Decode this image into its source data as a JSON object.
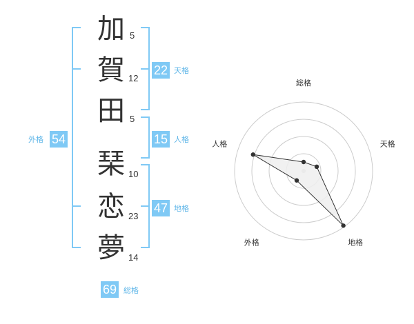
{
  "name": {
    "characters": [
      {
        "char": "加",
        "strokes": "5"
      },
      {
        "char": "賀",
        "strokes": "12"
      },
      {
        "char": "田",
        "strokes": "5"
      },
      {
        "char": "琹",
        "strokes": "10"
      },
      {
        "char": "恋",
        "strokes": "23"
      },
      {
        "char": "夢",
        "strokes": "14"
      }
    ]
  },
  "fortunes": {
    "tenkaku": {
      "label": "天格",
      "value": "22"
    },
    "jinkaku": {
      "label": "人格",
      "value": "15"
    },
    "chikaku": {
      "label": "地格",
      "value": "47"
    },
    "gaikaku": {
      "label": "外格",
      "value": "54"
    },
    "soukaku": {
      "label": "総格",
      "value": "69"
    }
  },
  "colors": {
    "bracket": "#7fc9f5",
    "badge": "#7fc9f5",
    "badge_label": "#5fb6e8",
    "radar_ring": "#cccccc",
    "radar_fill": "#eeeeee",
    "radar_line": "#333333"
  },
  "chart_data": {
    "type": "radar",
    "axes": [
      "総格",
      "天格",
      "地格",
      "外格",
      "人格"
    ],
    "values": [
      0.13,
      0.2,
      0.98,
      0.17,
      0.77
    ],
    "range": [
      0,
      1
    ],
    "rings": 4,
    "grid": true
  }
}
